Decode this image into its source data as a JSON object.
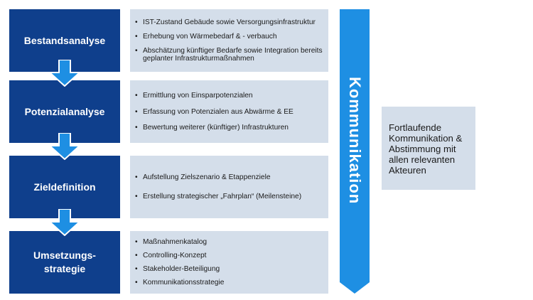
{
  "phases": [
    {
      "label": "Bestandsanalyse",
      "items": [
        "IST-Zustand Gebäude sowie Versorgungsinfrastruktur",
        "Erhebung von Wärmebedarf & - verbauch",
        "Abschätzung künftiger Bedarfe sowie Integration bereits geplanter Infrastrukturmaßnahmen"
      ]
    },
    {
      "label": "Potenzialanalyse",
      "items": [
        "Ermittlung von Einsparpotenzialen",
        "Erfassung von Potenzialen aus Abwärme & EE",
        "Bewertung weiterer (künftiger) Infrastrukturen"
      ]
    },
    {
      "label": "Zieldefinition",
      "items": [
        "Aufstellung Zielszenario & Etappenziele",
        "Erstellung strategischer „Fahrplan“ (Meilensteine)"
      ]
    },
    {
      "label": "Umsetzungs-strategie",
      "items": [
        "Maßnahmenkatalog",
        "Controlling-Konzept",
        "Stakeholder-Beteiligung",
        "Kommunikationsstrategie"
      ]
    }
  ],
  "communication": {
    "label": "Kommunikation",
    "note": "Fortlaufende Kommunikation & Abstimmung mit allen relevanten Akteuren"
  },
  "colors": {
    "phase_fill": "#0f3f8c",
    "box_fill": "#d4deea",
    "arrow_fill": "#1e8fe3"
  }
}
